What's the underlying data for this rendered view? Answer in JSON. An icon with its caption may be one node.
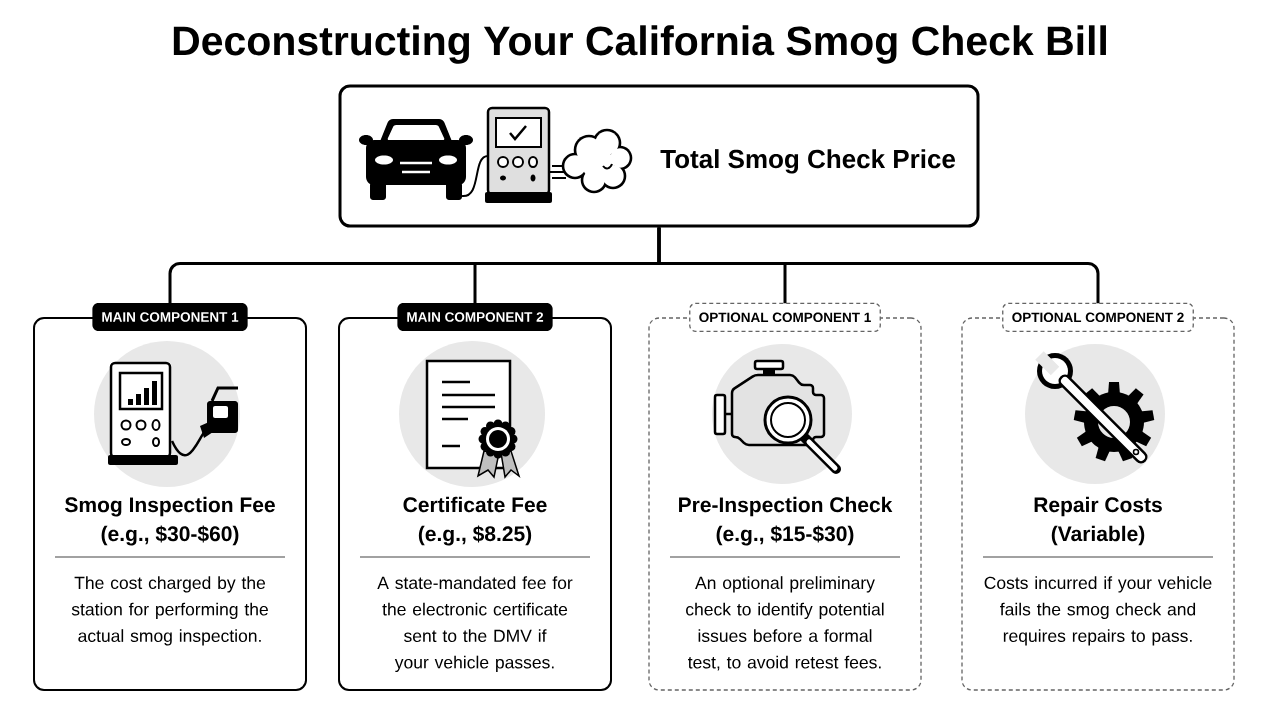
{
  "diagram": {
    "title": "Deconstructing Your California Smog Check Bill",
    "nodes": [
      {
        "text": [
          "Total Smog Check Price"
        ]
      },
      {
        "text": [
          "MAIN COMPONENT 1",
          "Smog Inspection Fee",
          "(e.g., $30-$60)",
          "The cost charged by the station for performing the actual smog inspection."
        ]
      },
      {
        "text": [
          "MAIN COMPONENT 2",
          "Certificate Fee",
          "(e.g., $8.25)",
          "A state-mandated fee for the electronic certificate sent to the DMV if your vehicle passes."
        ]
      },
      {
        "text": [
          "OPTIONAL COMPONENT 1",
          "Pre-Inspection Check",
          "(e.g., $15-$30)",
          "An optional preliminary check to identify potential issues before a formal test, to avoid retest fees."
        ]
      },
      {
        "text": [
          "OPTIONAL COMPONENT 2",
          "Repair Costs",
          "(Variable)",
          "Costs incurred if your vehicle fails the smog check and requires repairs to pass."
        ]
      }
    ],
    "edges": [
      {
        "from": 0,
        "to": 1,
        "arrow": "none"
      },
      {
        "from": 0,
        "to": 2,
        "arrow": "none"
      },
      {
        "from": 0,
        "to": 3,
        "arrow": "none"
      },
      {
        "from": 0,
        "to": 4,
        "arrow": "none"
      }
    ]
  }
}
